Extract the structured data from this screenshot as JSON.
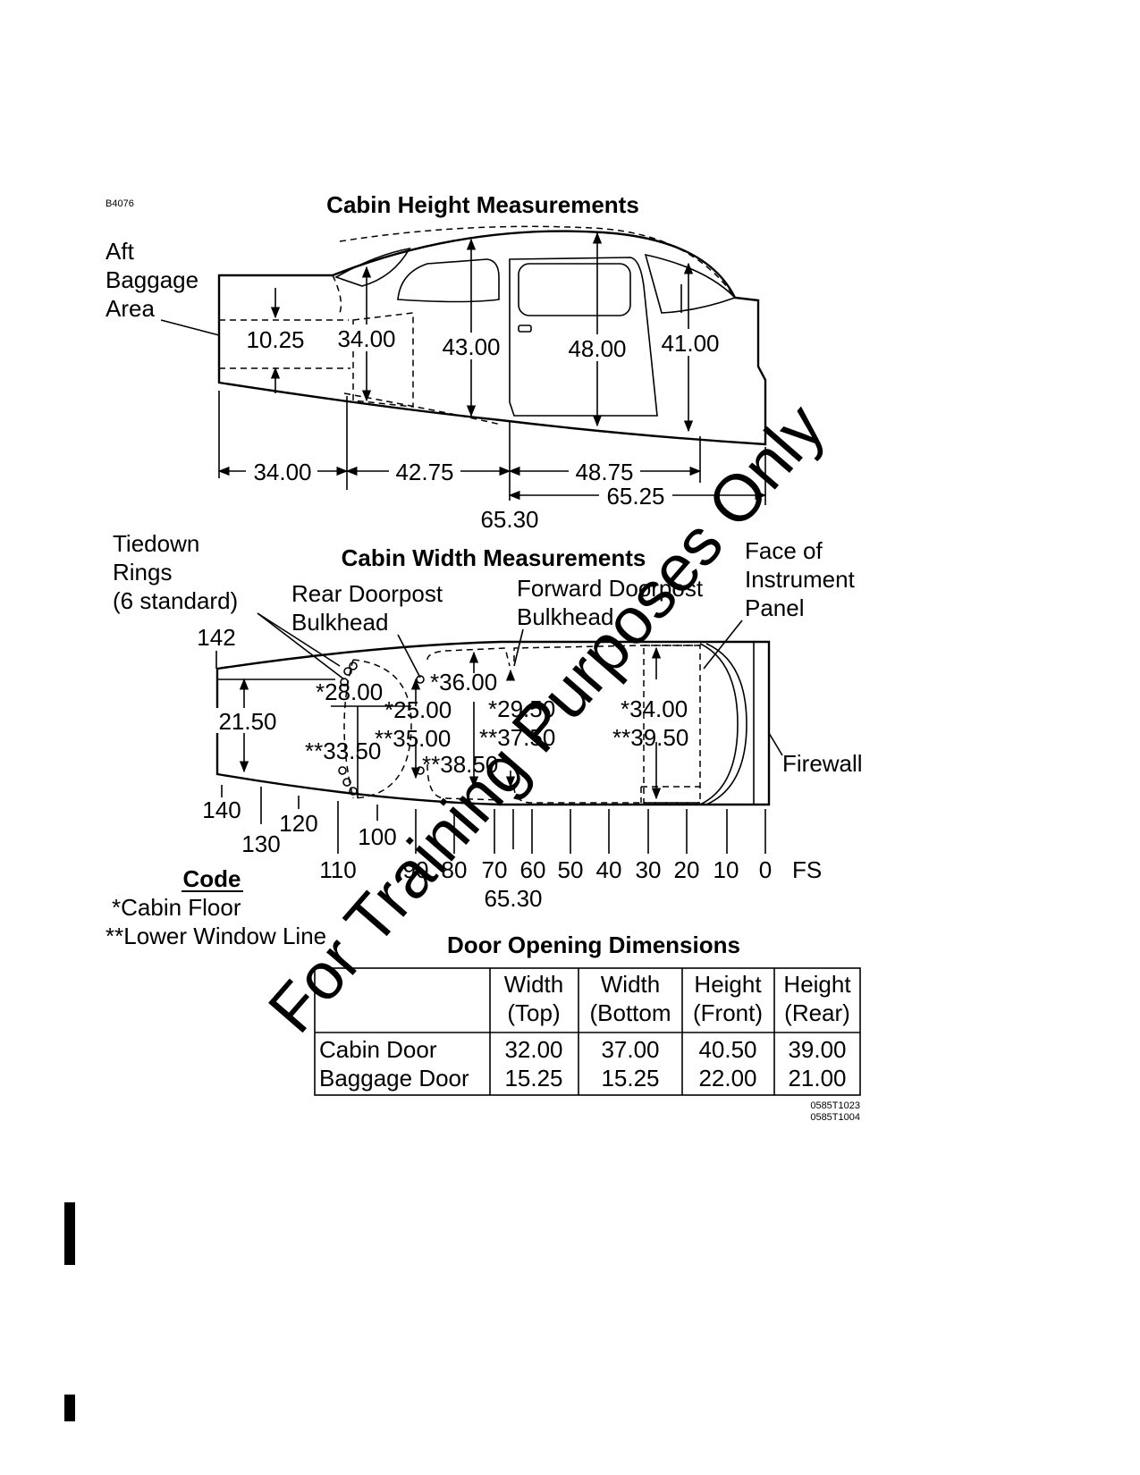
{
  "figure_id": "B4076",
  "height_section": {
    "title": "Cabin Height Measurements",
    "aft_label": [
      "Aft",
      "Baggage",
      "Area"
    ],
    "heights": [
      "10.25",
      "34.00",
      "43.00",
      "48.00",
      "41.00"
    ],
    "lengths": [
      "34.00",
      "42.75",
      "48.75",
      "65.25"
    ],
    "station": "65.30"
  },
  "width_section": {
    "title": "Cabin Width Measurements",
    "tiedown_label": [
      "Tiedown",
      "Rings",
      "(6 standard)"
    ],
    "rear_doorpost_label": [
      "Rear Doorpost",
      "Bulkhead"
    ],
    "forward_doorpost_label": [
      "Forward Doorpost",
      "Bulkhead"
    ],
    "instrument_panel_label": [
      "Face of",
      "Instrument",
      "Panel"
    ],
    "firewall_label": "Firewall",
    "widths": [
      "21.50",
      "*28.00",
      "**33.50",
      "*25.00",
      "**35.00",
      "*36.00",
      "**38.50",
      "*29.50",
      "**37.50",
      "*34.00",
      "**39.50"
    ],
    "station_142": "142",
    "stations": [
      "140",
      "130",
      "120",
      "110",
      "100",
      "90",
      "80",
      "70",
      "60",
      "50",
      "40",
      "30",
      "20",
      "10",
      "0"
    ],
    "fs_label": "FS",
    "station_marker": "65.30"
  },
  "code": {
    "title": "Code",
    "cabin_floor": "*Cabin Floor",
    "lower_window": "**Lower Window Line"
  },
  "door_table": {
    "title": "Door Opening Dimensions",
    "headers": [
      [
        "Width",
        "(Top)"
      ],
      [
        "Width",
        "(Bottom"
      ],
      [
        "Height",
        "(Front)"
      ],
      [
        "Height",
        "(Rear)"
      ]
    ],
    "rows": [
      {
        "name": "Cabin Door",
        "values": [
          "32.00",
          "37.00",
          "40.50",
          "39.00"
        ]
      },
      {
        "name": "Baggage Door",
        "values": [
          "15.25",
          "15.25",
          "22.00",
          "21.00"
        ]
      }
    ],
    "refs": [
      "0585T1023",
      "0585T1004"
    ]
  },
  "watermark": "For Training Purposes Only"
}
